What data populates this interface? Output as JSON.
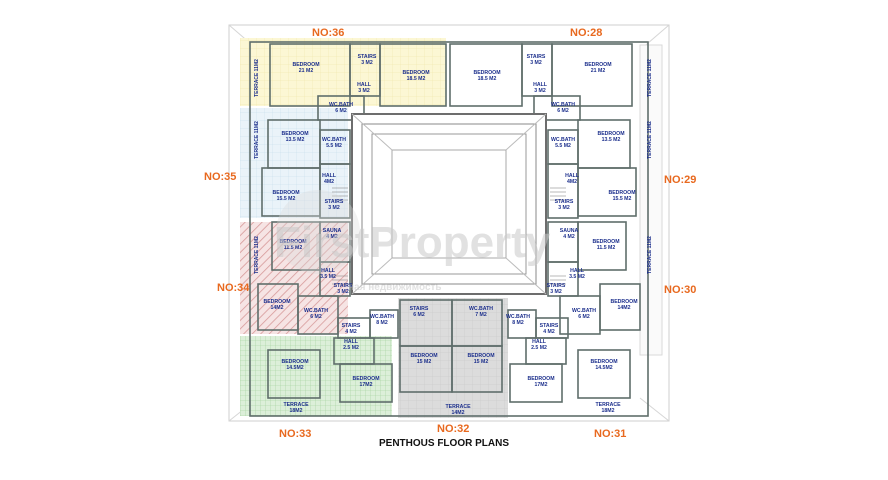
{
  "caption": "PENTHOUS FLOOR PLANS",
  "units": {
    "n36": "NO:36",
    "n28": "NO:28",
    "n35": "NO:35",
    "n29": "NO:29",
    "n34": "NO:34",
    "n30": "NO:30",
    "n33": "NO:33",
    "n32": "NO:32",
    "n31": "NO:31"
  },
  "watermark": {
    "brand": "FirstProperty",
    "tagline": "ная недвижимость"
  },
  "colors": {
    "unit_label": "#e8691f",
    "room_label": "#1c2f8c",
    "wall": "#5f6e6b",
    "terrace_yellow": "#fbf6cf",
    "terrace_blue": "#e8f2f8",
    "terrace_green": "#d8ecd6",
    "terrace_red": "#f4dede",
    "terrace_grey": "#d8d8d8"
  },
  "rooms": [
    {
      "name": "BEDROOM",
      "area": "21 M2"
    },
    {
      "name": "STAIRS",
      "area": "3 M2"
    },
    {
      "name": "BEDROOM",
      "area": "18.5 M2"
    },
    {
      "name": "HALL",
      "area": "3 M2"
    },
    {
      "name": "WC.BATH",
      "area": "6 M2"
    },
    {
      "name": "BEDROOM",
      "area": "18.5 M2"
    },
    {
      "name": "STAIRS",
      "area": "3 M2"
    },
    {
      "name": "BEDROOM",
      "area": "21 M2"
    },
    {
      "name": "HALL",
      "area": "3 M2"
    },
    {
      "name": "WC.BATH",
      "area": "6 M2"
    },
    {
      "name": "BEDROOM",
      "area": "13.5 M2"
    },
    {
      "name": "WC.BATH",
      "area": "5.5 M2"
    },
    {
      "name": "HALL",
      "area": "4M2"
    },
    {
      "name": "BEDROOM",
      "area": "15.5 M2"
    },
    {
      "name": "STAIRS",
      "area": "3 M2"
    },
    {
      "name": "WC.BATH",
      "area": "5.5 M2"
    },
    {
      "name": "BEDROOM",
      "area": "13.5 M2"
    },
    {
      "name": "HALL",
      "area": "4M2"
    },
    {
      "name": "BEDROOM",
      "area": "15.5 M2"
    },
    {
      "name": "STAIRS",
      "area": "3 M2"
    },
    {
      "name": "BEDROOM",
      "area": "11.5 M2"
    },
    {
      "name": "SAUNA",
      "area": "4 M2"
    },
    {
      "name": "HALL",
      "area": "3.5 M2"
    },
    {
      "name": "STAIRS",
      "area": "3 M2"
    },
    {
      "name": "BEDROOM",
      "area": "14M2"
    },
    {
      "name": "WC.BATH",
      "area": "6 M2"
    },
    {
      "name": "SAUNA",
      "area": "4 M2"
    },
    {
      "name": "BEDROOM",
      "area": "11.5 M2"
    },
    {
      "name": "HALL",
      "area": "3.5 M2"
    },
    {
      "name": "STAIRS",
      "area": "3 M2"
    },
    {
      "name": "BEDROOM",
      "area": "14M2"
    },
    {
      "name": "WC.BATH",
      "area": "6 M2"
    },
    {
      "name": "STAIRS",
      "area": "4 M2"
    },
    {
      "name": "WC.BATH",
      "area": "8 M2"
    },
    {
      "name": "HALL",
      "area": "2.5 M2"
    },
    {
      "name": "BEDROOM",
      "area": "14.5M2"
    },
    {
      "name": "BEDROOM",
      "area": "17M2"
    },
    {
      "name": "TERRACE",
      "area": "18M2"
    },
    {
      "name": "STAIRS",
      "area": "6 M2"
    },
    {
      "name": "WC.BATH",
      "area": "7 M2"
    },
    {
      "name": "BEDROOM",
      "area": "15 M2"
    },
    {
      "name": "BEDROOM",
      "area": "15 M2"
    },
    {
      "name": "TERRACE",
      "area": "14M2"
    },
    {
      "name": "WC.BATH",
      "area": "8 M2"
    },
    {
      "name": "STAIRS",
      "area": "4 M2"
    },
    {
      "name": "HALL",
      "area": "2.5 M2"
    },
    {
      "name": "BEDROOM",
      "area": "17M2"
    },
    {
      "name": "BEDROOM",
      "area": "14.5M2"
    },
    {
      "name": "TERRACE",
      "area": "18M2"
    }
  ],
  "terraces_side": [
    {
      "label": "TERRACE 11M2"
    },
    {
      "label": "TERRACE 11M2"
    },
    {
      "label": "TERRACE 11M2"
    },
    {
      "label": "TERRACE 11M2"
    },
    {
      "label": "TERRACE 11M2"
    },
    {
      "label": "TERRACE 11M2"
    }
  ]
}
